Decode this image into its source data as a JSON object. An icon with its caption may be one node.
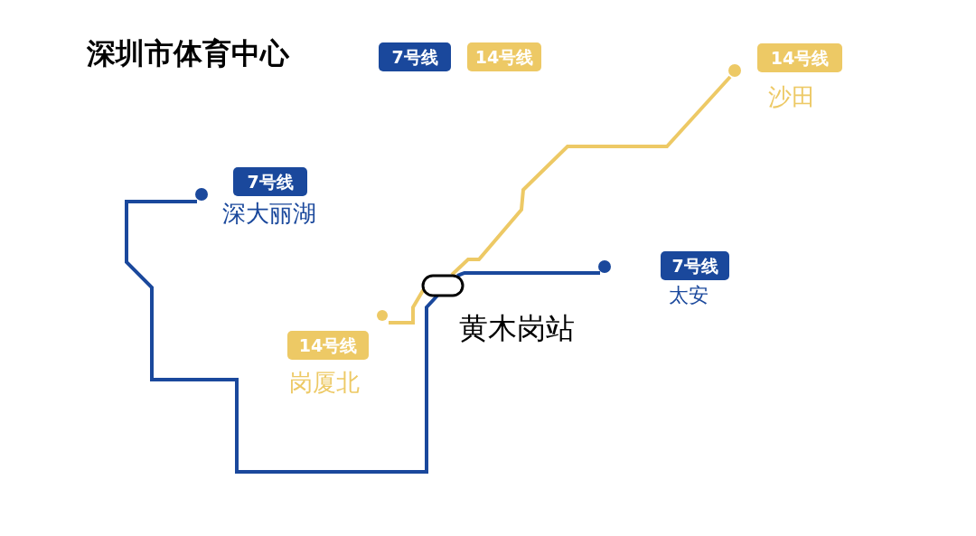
{
  "diagram": {
    "title": "深圳市体育中心",
    "nodes": [
      {
        "text": [
          "14号线",
          "沙田"
        ]
      },
      {
        "text": [
          "7号线",
          "深大丽湖"
        ]
      },
      {
        "text": [
          "7号线",
          "太安"
        ]
      },
      {
        "text": [
          "黄木岗站"
        ]
      },
      {
        "text": [
          "14号线",
          "岗厦北"
        ]
      }
    ],
    "edges": [
      {
        "from": 1,
        "to": 3,
        "arrow": "none",
        "color": "#1a489c"
      },
      {
        "from": 3,
        "to": 2,
        "arrow": "none",
        "color": "#1a489c"
      },
      {
        "from": 4,
        "to": 3,
        "arrow": "none",
        "color": "#edc965"
      },
      {
        "from": 3,
        "to": 0,
        "arrow": "none",
        "color": "#edc965"
      }
    ],
    "legend": [
      {
        "text": "7号线",
        "color": "#1a489c"
      },
      {
        "text": "14号线",
        "color": "#edc965"
      }
    ]
  }
}
